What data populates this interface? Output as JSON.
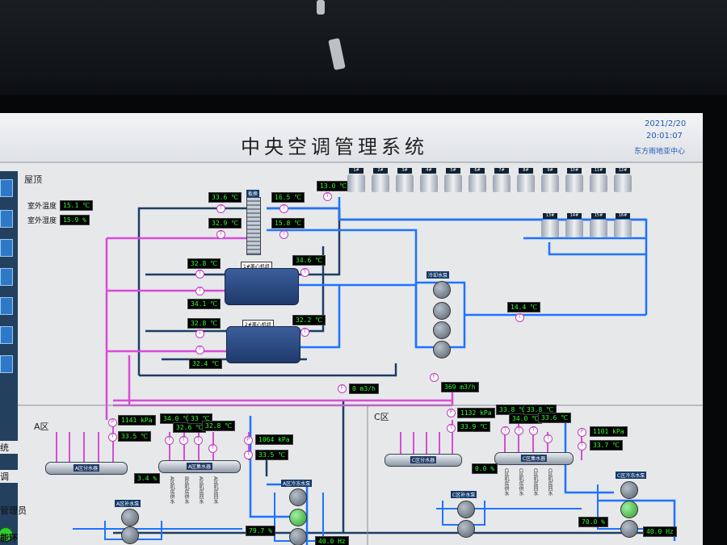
{
  "header": {
    "title": "中央空调管理系统",
    "date": "2021/2/20",
    "time": "20:01:07",
    "org": "东方雨地亚中心"
  },
  "roof": {
    "label": "屋顶",
    "outdoor_temp_label": "室外温度",
    "outdoor_temp": "15.1 ℃",
    "outdoor_humidity_label": "室外湿度",
    "outdoor_humidity": "15.9 %"
  },
  "plate_hx": {
    "label": "板换"
  },
  "chillers": [
    {
      "label": "1#离心机组",
      "in_temp": "32.8 ℃",
      "out_temp": "34.1 ℃",
      "chw_temp": "34.6 ℃"
    },
    {
      "label": "2#离心机组",
      "in_temp": "32.8 ℃",
      "out_temp": "32.4 ℃",
      "chw_temp": "32.2 ℃"
    }
  ],
  "plate_readings": [
    "33.6 ℃",
    "16.5 ℃",
    "32.9 ℃",
    "15.8 ℃"
  ],
  "cooling_tower_supply": "13.0 ℃",
  "towers_row1": [
    "1#",
    "2#",
    "3#",
    "4#",
    "5#",
    "6#",
    "7#",
    "8#",
    "9#",
    "10#",
    "11#",
    "12#"
  ],
  "towers_row2": [
    "13#",
    "14#",
    "15#",
    "16#"
  ],
  "cooling_pump_label": "冷却水泵",
  "cooling_return": "14.4 ℃",
  "flows": {
    "flow_a": "0 m3/h",
    "flow_b": "369 m3/h"
  },
  "zone_a": {
    "label": "A区",
    "pressure": "1141 kPa",
    "supply_temp": "33.5 ℃",
    "branch_temps": [
      "34.0 ℃",
      "32.6 ℃",
      "33 ℃",
      "32.8 ℃"
    ],
    "right_pressure": "1064 kPa",
    "right_temp": "33.5 ℃",
    "valve": "3.4 %",
    "sep_tank": "A区分水器",
    "col_tank": "A区集水器",
    "makeup_pump": "A区补水泵",
    "pump_group": "A区冷冻水泵",
    "pump_pct": "79.7 %",
    "freq": "40.0 Hz",
    "branches": [
      "A区机房供水",
      "B区机房供水",
      "A区机房回水",
      "A区机房回水"
    ]
  },
  "zone_c": {
    "label": "C区",
    "pressure": "1132 kPa",
    "supply_temp": "33.9 ℃",
    "branch_temps": [
      "33.8 ℃",
      "34.0 ℃",
      "33.8 ℃",
      "33.6 ℃"
    ],
    "right_pressure": "1101 kPa",
    "right_temp": "33.7 ℃",
    "valve": "0.0 %",
    "sep_tank": "C区分水器",
    "col_tank": "C区集水器",
    "makeup_pump": "C区补水泵",
    "pump_group": "C区冷冻水泵",
    "pump_pct": "70.0 %",
    "freq": "40.0 Hz",
    "branches": [
      "C区机房供水",
      "C区机房供水",
      "C区机房回水",
      "C区机房回水"
    ]
  },
  "sidebar": {
    "labels": [
      "统",
      "调",
      "管理员",
      "能环"
    ]
  },
  "colors": {
    "cold": "#1e73ff",
    "dark": "#1d3d66",
    "warm": "#d94bd9"
  }
}
